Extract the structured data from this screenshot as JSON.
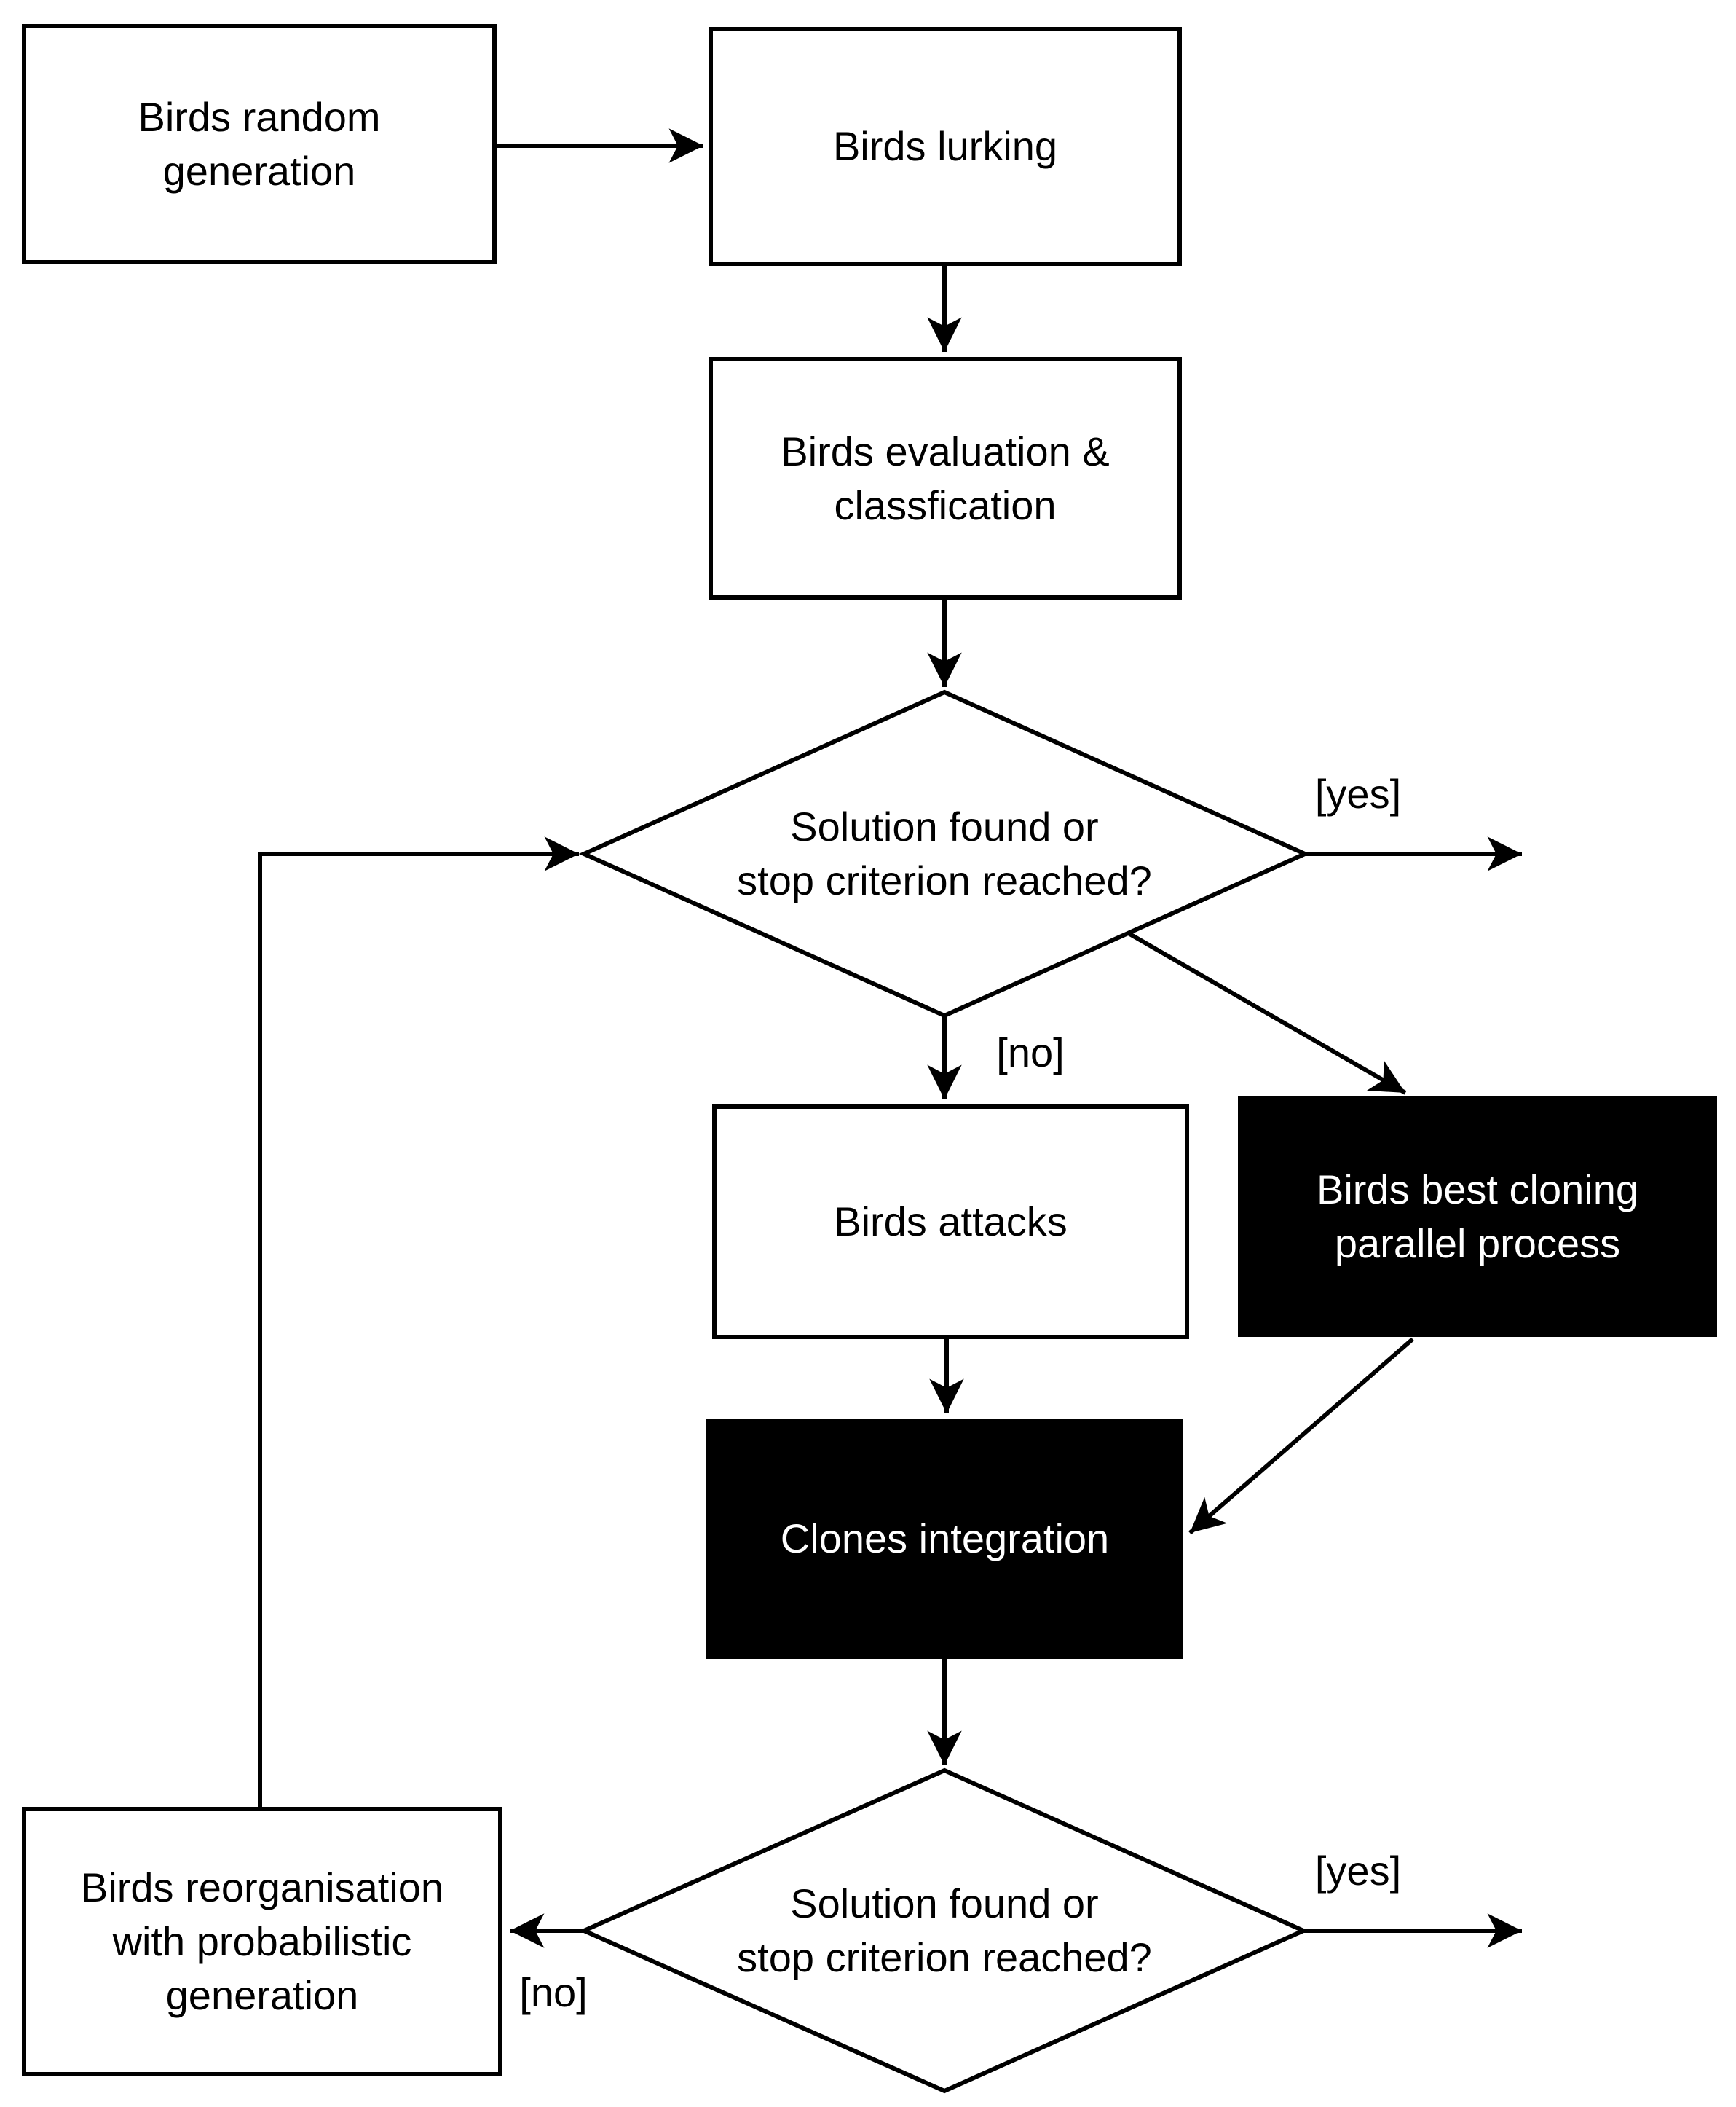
{
  "diagram": {
    "nodes": {
      "random_generation": {
        "label": "Birds random\ngeneration"
      },
      "lurking": {
        "label": "Birds lurking"
      },
      "evaluation": {
        "label": "Birds evaluation &\nclassfication"
      },
      "decision_1": {
        "label": "Solution found or\nstop criterion reached?"
      },
      "attacks": {
        "label": "Birds attacks"
      },
      "best_cloning": {
        "label": "Birds best cloning\nparallel process"
      },
      "clones_integration": {
        "label": "Clones integration"
      },
      "decision_2": {
        "label": "Solution found or\nstop criterion reached?"
      },
      "reorganisation": {
        "label": "Birds reorganisation\nwith probabilistic\ngeneration"
      }
    },
    "edge_labels": {
      "decision_1_yes": "[yes]",
      "decision_1_no": "[no]",
      "decision_2_yes": "[yes]",
      "decision_2_no": "[no]"
    },
    "colors": {
      "background": "#ffffff",
      "node_fill": "#ffffff",
      "node_stroke": "#000000",
      "highlight_fill": "#000000",
      "highlight_text": "#ffffff",
      "connector": "#000000"
    }
  }
}
